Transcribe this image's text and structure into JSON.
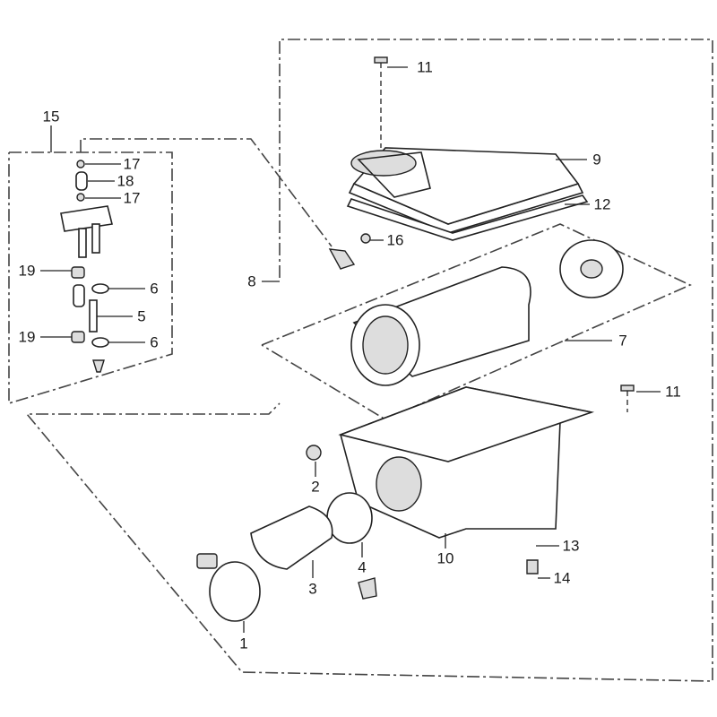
{
  "title": "Air cleaner assembly exploded parts diagram",
  "callouts": {
    "c11_top": "11",
    "c9": "9",
    "c12": "12",
    "c16": "16",
    "c15": "15",
    "c17_a": "17",
    "c18": "18",
    "c17_b": "17",
    "c19_a": "19",
    "c6_a": "6",
    "c5": "5",
    "c19_b": "19",
    "c6_b": "6",
    "c8": "8",
    "c7": "7",
    "c11_right": "11",
    "c2": "2",
    "c4": "4",
    "c10": "10",
    "c13": "13",
    "c3": "3",
    "c14": "14",
    "c1": "1"
  }
}
